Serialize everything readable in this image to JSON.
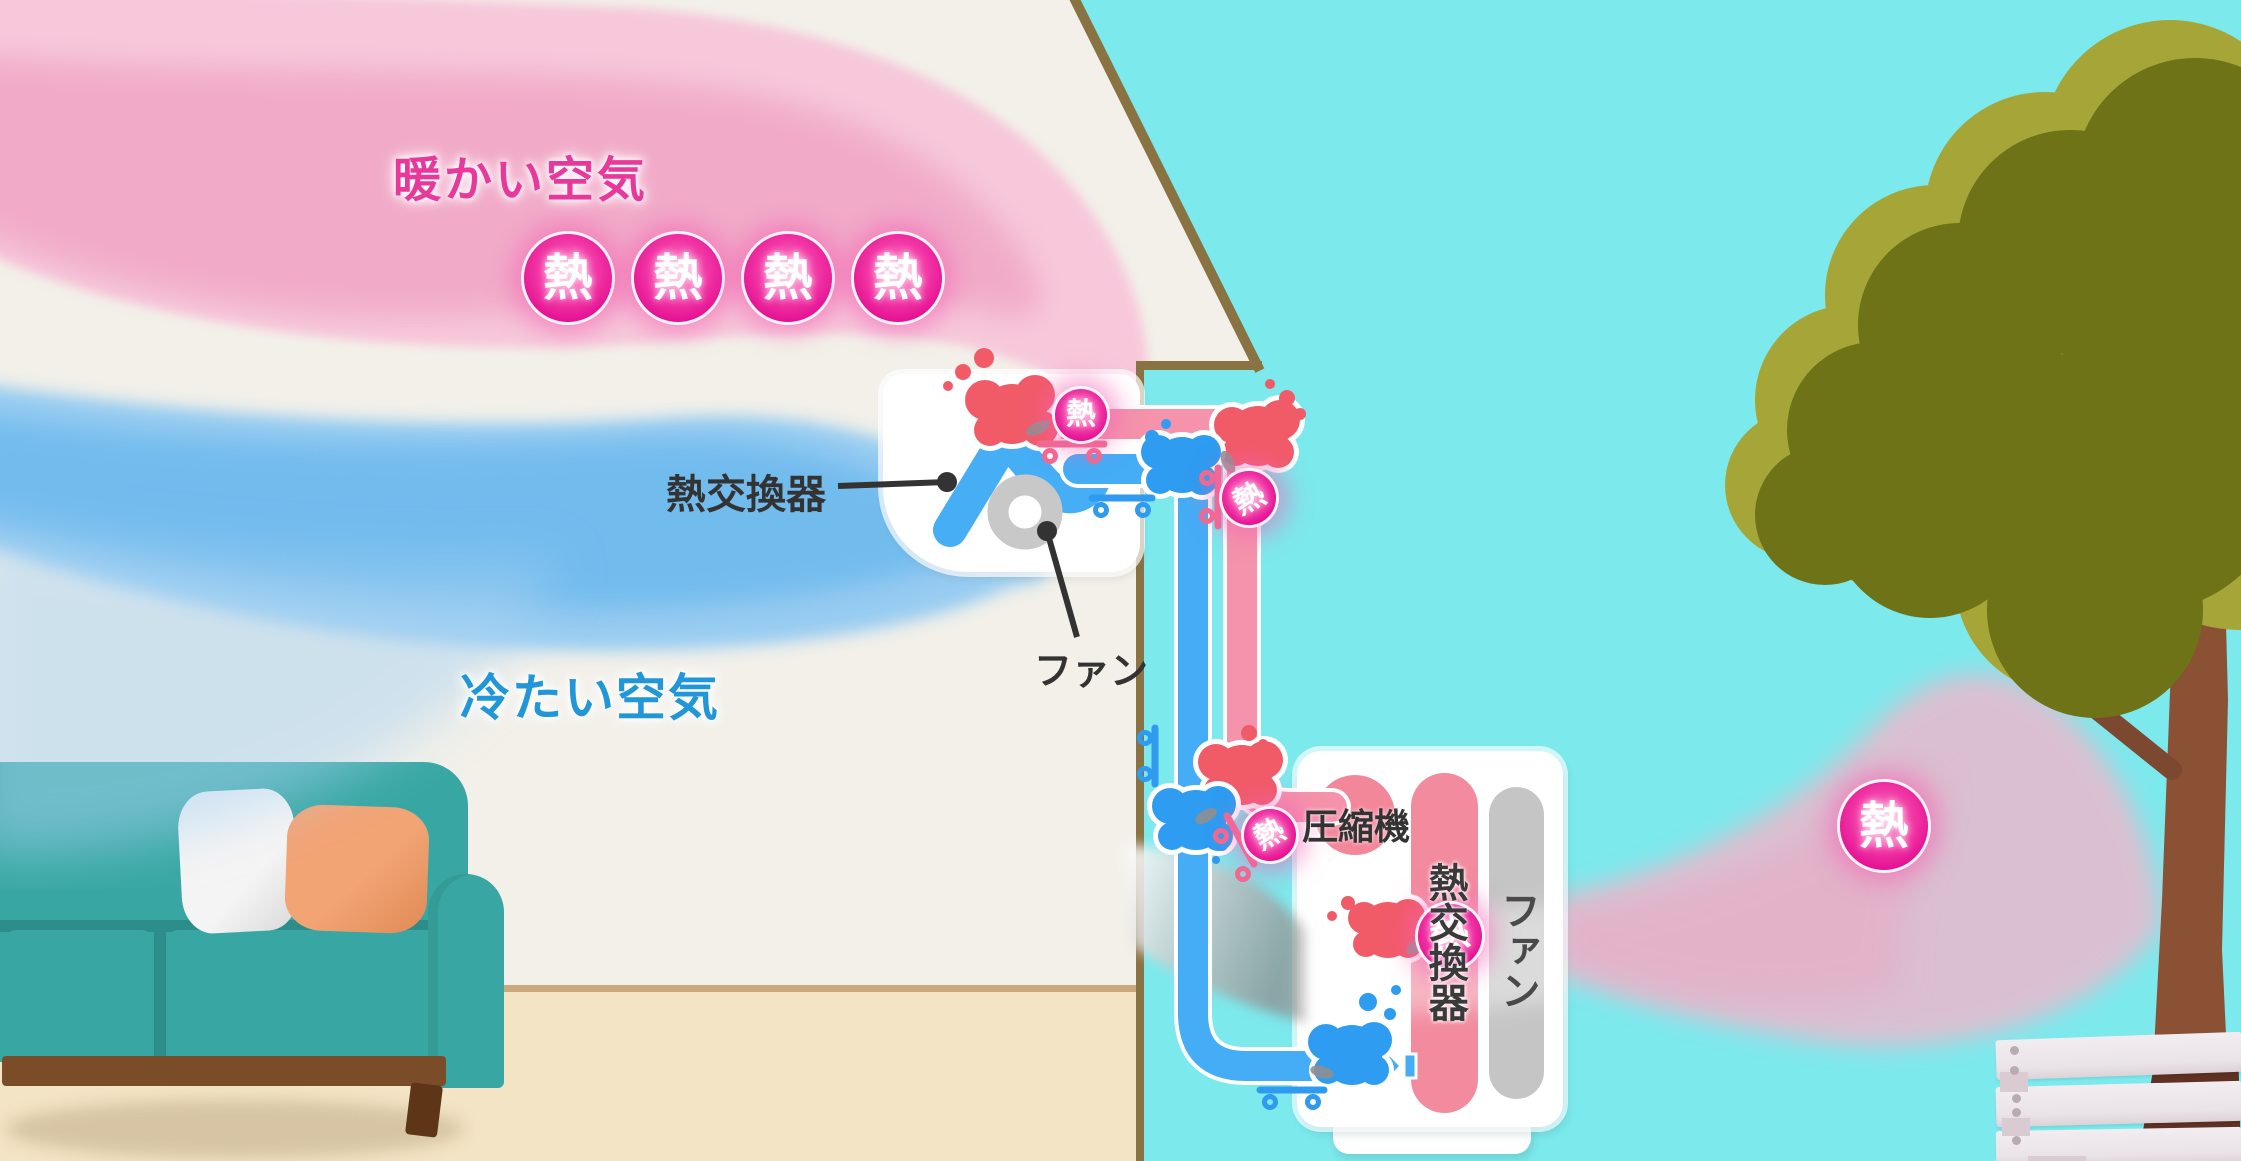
{
  "labels": {
    "warm_air": "暖かい空気",
    "cold_air": "冷たい空気",
    "heat_exchanger_indoor": "熱交換器",
    "fan_indoor": "ファン",
    "compressor": "圧縮機",
    "heat_exchanger_outdoor": "熱交換器",
    "fan_outdoor": "ファン"
  },
  "heat_symbol": "熱",
  "heat_badges": {
    "symbol": "熱",
    "warm_air_stream_count": 4,
    "refrigerant_pipe_count": 4,
    "outdoor_exhaust_count": 1
  },
  "colors": {
    "warm_label_pink": "#E8399B",
    "cold_label_blue": "#2196D8",
    "badge_magenta": "#E40D92",
    "pipe_hot_pink": "#F493AB",
    "pipe_cold_blue": "#44ADF5",
    "cloud_hot_red": "#F15B68",
    "cloud_cold_blue": "#2D9CF1",
    "sky_cyan": "#7CE9ED",
    "wall_offwhite": "#F2F0E9",
    "floor_beige": "#F3E4C5",
    "roof_brown": "#8A7342",
    "sofa_teal": "#38A7A3",
    "tree_light": "#A5A637",
    "tree_dark": "#6E7318"
  }
}
